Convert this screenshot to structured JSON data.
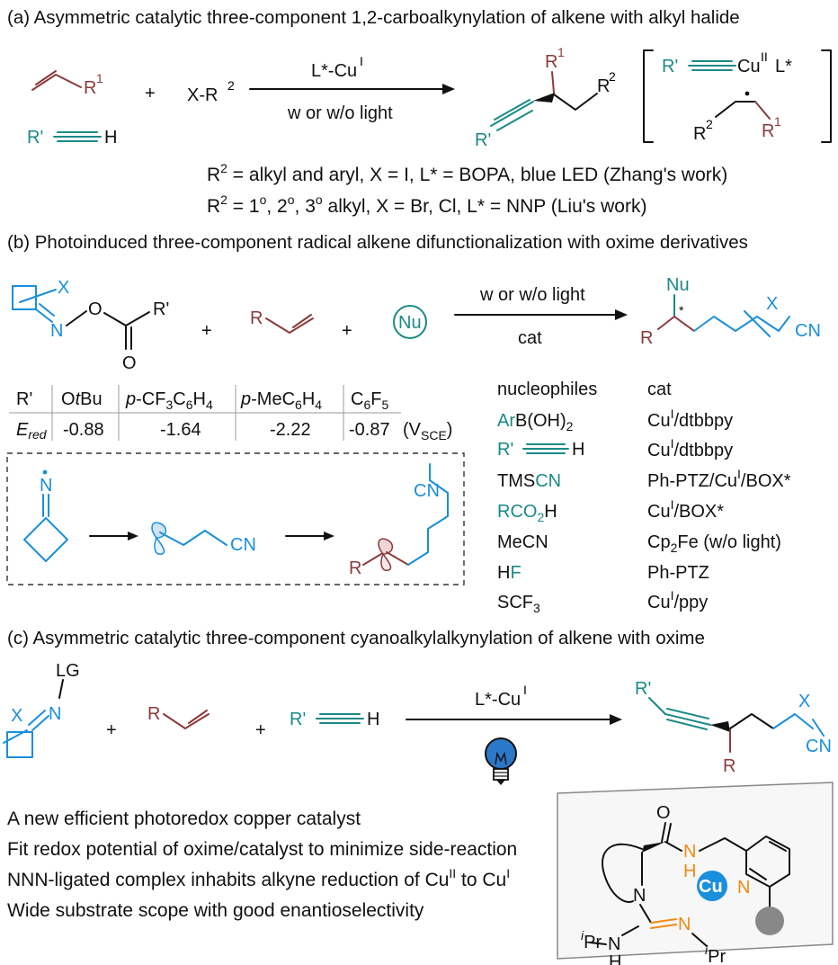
{
  "colors": {
    "alkene_maroon": "#8a3b3b",
    "alkyne_teal": "#1a8a86",
    "nitrile_blue": "#1a8fdc",
    "nitrogen_orange": "#f08a12",
    "copper_blue": "#1a8fdc",
    "bulb_blue": "#2c78c8"
  },
  "section_a": {
    "heading": "(a) Asymmetric catalytic three-component 1,2-carboalkynylation of alkene with alkyl halide",
    "alkene_sub": "R",
    "alkene_sup": "1",
    "plus": "+",
    "alkyne_rprime": "R'",
    "alkyne_h": "H",
    "halide_prefix": "X-R",
    "halide_sup": "2",
    "arrow_top": "L*-Cu",
    "arrow_top_sup": "I",
    "arrow_bottom": "w or w/o light",
    "product_r1": "R",
    "product_r1_sup": "1",
    "product_r2": "R",
    "product_r2_sup": "2",
    "product_rprime": "R'",
    "int_rprime": "R'",
    "int_cu": "Cu",
    "int_cu_sup": "II",
    "int_ligand": "L*",
    "int_r2": "R",
    "int_r2_sup": "2",
    "int_r1": "R",
    "int_r1_sup": "1",
    "note1_a": "R",
    "note1_sup": "2",
    "note1_b": " = alkyl and aryl, X = I, L* = BOPA, blue LED (Zhang's work)",
    "note2_a": "R",
    "note2_sup1": "2",
    "note2_b": " = 1",
    "note2_sup2": "o",
    "note2_c": ", 2",
    "note2_sup3": "o",
    "note2_d": ", 3",
    "note2_sup4": "o",
    "note2_e": " alkyl, X = Br, Cl, L* = NNP (Liu's work)"
  },
  "section_b": {
    "heading": "(b) Photoinduced three-component radical alkene difunctionalization with oxime derivatives",
    "oxime_x": "X",
    "oxime_n": "N",
    "oxime_o1": "O",
    "oxime_rprime": "R'",
    "oxime_o2": "O",
    "plus": "+",
    "alkene_r": "R",
    "nu": "Nu",
    "arrow_top": "w or w/o light",
    "arrow_bottom": "cat",
    "product_nu": "Nu",
    "product_star": "*",
    "product_r": "R",
    "product_x": "X",
    "product_cn": "CN",
    "table": {
      "col_header": "R'",
      "row_header_main": "E",
      "row_header_sub": "red",
      "cols": [
        "OtBu",
        "p-CF3C6H4",
        "p-MeC6H4",
        "C6F5"
      ],
      "values": [
        "-0.88",
        "-1.64",
        "-2.22",
        "-0.87"
      ],
      "unit": "(VSCE)"
    },
    "mech_n": "N",
    "mech_cn1": "CN",
    "mech_cn2": "CN",
    "mech_r": "R",
    "list_headers": [
      "nucleophiles",
      "cat"
    ],
    "nucleophiles": [
      "ArB(OH)2",
      "R'—H",
      "TMSCN",
      "RCO2H",
      "MeCN",
      "HF",
      "SCF3"
    ],
    "catalysts": [
      "CuI/dtbbpy",
      "CuI/dtbbpy",
      "Ph-PTZ/CuI/BOX*",
      "CuI/BOX*",
      "Cp2Fe (w/o light)",
      "Ph-PTZ",
      "CuI/ppy"
    ]
  },
  "section_c": {
    "heading": "(c) Asymmetric catalytic three-component cyanoalkylalkynylation of alkene with oxime",
    "oxime_lg": "LG",
    "oxime_x": "X",
    "oxime_n": "N",
    "plus": "+",
    "alkene_r": "R",
    "alkyne_rprime": "R'",
    "alkyne_h": "H",
    "arrow_top": "L*-Cu",
    "arrow_top_sup": "I",
    "product_rprime": "R'",
    "product_x": "X",
    "product_cn": "CN",
    "product_r": "R",
    "bullets": [
      "A new efficient photoredox copper catalyst",
      "Fit redox potential of oxime/catalyst to minimize side-reaction",
      "NNN-ligated complex inhabits alkyne reduction of Cu",
      "Wide substrate scope with good enantioselectivity"
    ],
    "bullet3_sup1": "II",
    "bullet3_mid": " to Cu",
    "bullet3_sup2": "I",
    "cat_o": "O",
    "cat_nh": "N",
    "cat_nh_h": "H",
    "cat_n_ring": "N",
    "cat_n_pyr": "N",
    "cat_cu": "Cu",
    "cat_n_imine": "N",
    "cat_ipr_left": "Pr",
    "cat_ipr_left_sup": "i",
    "cat_nh_low": "N",
    "cat_nh_low_h": "H",
    "cat_ipr_right": "Pr",
    "cat_ipr_right_sup": "i"
  }
}
